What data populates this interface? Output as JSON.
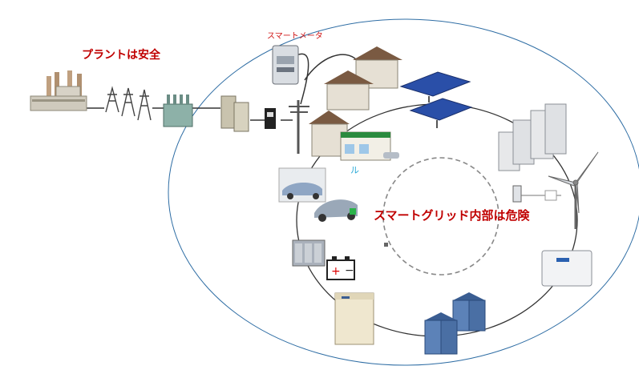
{
  "labels": {
    "plant_safe": "プラントは安全",
    "smart_meter": "スマートメータ",
    "grid_danger": "スマートグリッド内部は危険",
    "fragment": "ル"
  },
  "colors": {
    "label_red": "#c00000",
    "meter_label_red": "#d01818",
    "outer_ellipse": "#2e6da4",
    "inner_ring": "#333333",
    "dashed_circle": "#888888",
    "solar_panel": "#2a4fa8",
    "car": "#8fa6c4",
    "building_glass": "#5c82b8",
    "fragment_cyan": "#29a9d6"
  },
  "icons": [
    "power-plant-icon",
    "transmission-tower-icon",
    "substation-icon",
    "transformer-icon",
    "smart-meter-icon",
    "utility-pole-icon",
    "house-icon",
    "convenience-store-icon",
    "solar-panel-icon",
    "server-rack-icon",
    "wind-turbine-icon",
    "power-conditioner-icon",
    "office-building-icon",
    "fuel-cell-unit-icon",
    "battery-icon",
    "battery-bank-icon",
    "electric-car-icon"
  ]
}
